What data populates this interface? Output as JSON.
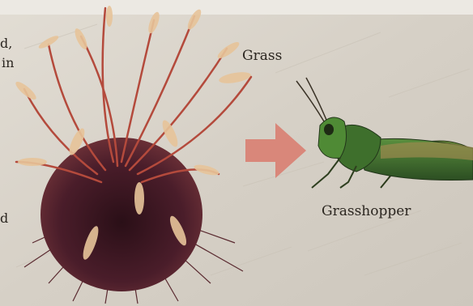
{
  "labels": {
    "grass": "Grass",
    "grasshopper": "Grasshopper"
  },
  "clipped_text": {
    "line1": "d,",
    "line2": "in",
    "line3": "d"
  },
  "colors": {
    "background": "#d9d4cb",
    "arrow": "#d9877a",
    "grass_dark": "#3a1a22",
    "grass_red": "#b44a3c",
    "grass_plume": "#e7c49a",
    "grasshopper_green": "#3e6f2c",
    "grasshopper_dark": "#22361a"
  },
  "icons": {
    "arrow": "arrow-right-icon"
  }
}
